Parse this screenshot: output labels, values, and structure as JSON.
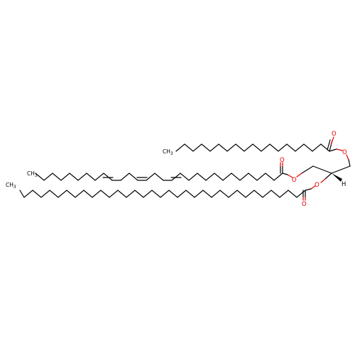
{
  "atoms": {
    "o_ester1": "O",
    "o_carbonyl1": "O",
    "o_ester2": "O",
    "o_carbonyl2": "O",
    "o_ester3": "O",
    "o_carbonyl3": "O",
    "h_stereo": "H",
    "ch3_top": "CH",
    "ch3_mid": "CH",
    "ch3_bot": "CH",
    "sub3": "3"
  },
  "colors": {
    "oxygen": "#e00000",
    "carbon": "#000000"
  }
}
